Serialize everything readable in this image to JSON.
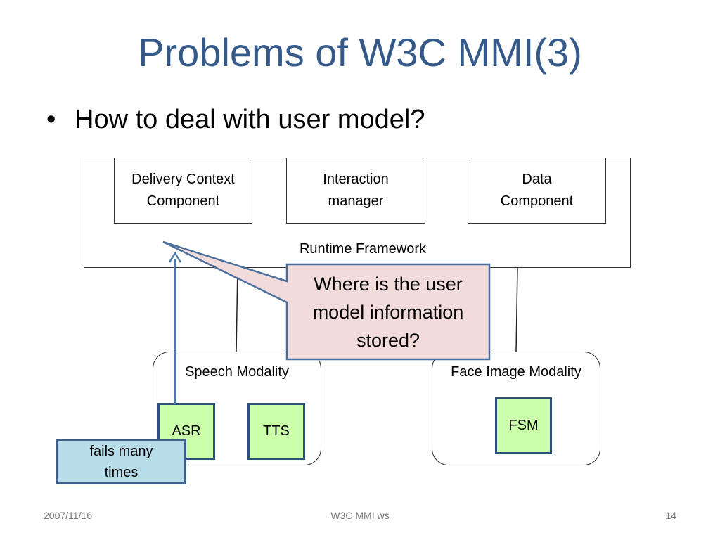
{
  "slide": {
    "title": "Problems of W3C MMI(3)",
    "bullet_marker": "•",
    "bullet": "How to deal with user model?"
  },
  "diagram": {
    "framework_label": "Runtime Framework",
    "components": {
      "delivery_context": "Delivery Context Component",
      "interaction_manager": "Interaction manager",
      "data_component": "Data Component"
    },
    "modalities": {
      "speech": {
        "label": "Speech Modality",
        "asr": "ASR",
        "tts": "TTS"
      },
      "face": {
        "label": "Face Image Modality",
        "fsm": "FSM"
      }
    },
    "callout": "Where is the user model information stored?",
    "note": "fails many times"
  },
  "footer": {
    "date": "2007/11/16",
    "center": "W3C MMI ws",
    "page": "14"
  },
  "colors": {
    "title": "#355a8a",
    "callout_fill": "#f2dcdb",
    "callout_border": "#4a6f9c",
    "module_fill": "#ccffaa",
    "note_fill": "#b7dde8",
    "arrow": "#4a78b0"
  }
}
